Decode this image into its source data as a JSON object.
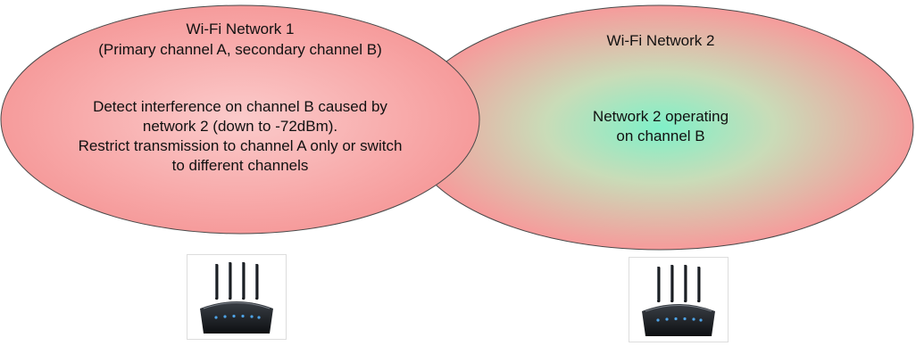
{
  "networks": [
    {
      "title": "Wi-Fi Network 1",
      "subtitle": "(Primary channel A, secondary channel B)",
      "description": [
        "Detect interference on channel B caused by",
        "network 2 (down to -72dBm).",
        "Restrict transmission to channel A only or switch",
        "to different channels"
      ]
    },
    {
      "title": "Wi-Fi Network 2",
      "description": [
        "Network 2 operating",
        "on channel B"
      ]
    }
  ],
  "colors": {
    "edge": "#f69b9b",
    "network1_center": "#fbcbcb",
    "network2_center": "#7ff0c8",
    "outline": "#4a4a4a"
  },
  "icons": [
    "wifi-router-icon",
    "wifi-router-icon"
  ]
}
